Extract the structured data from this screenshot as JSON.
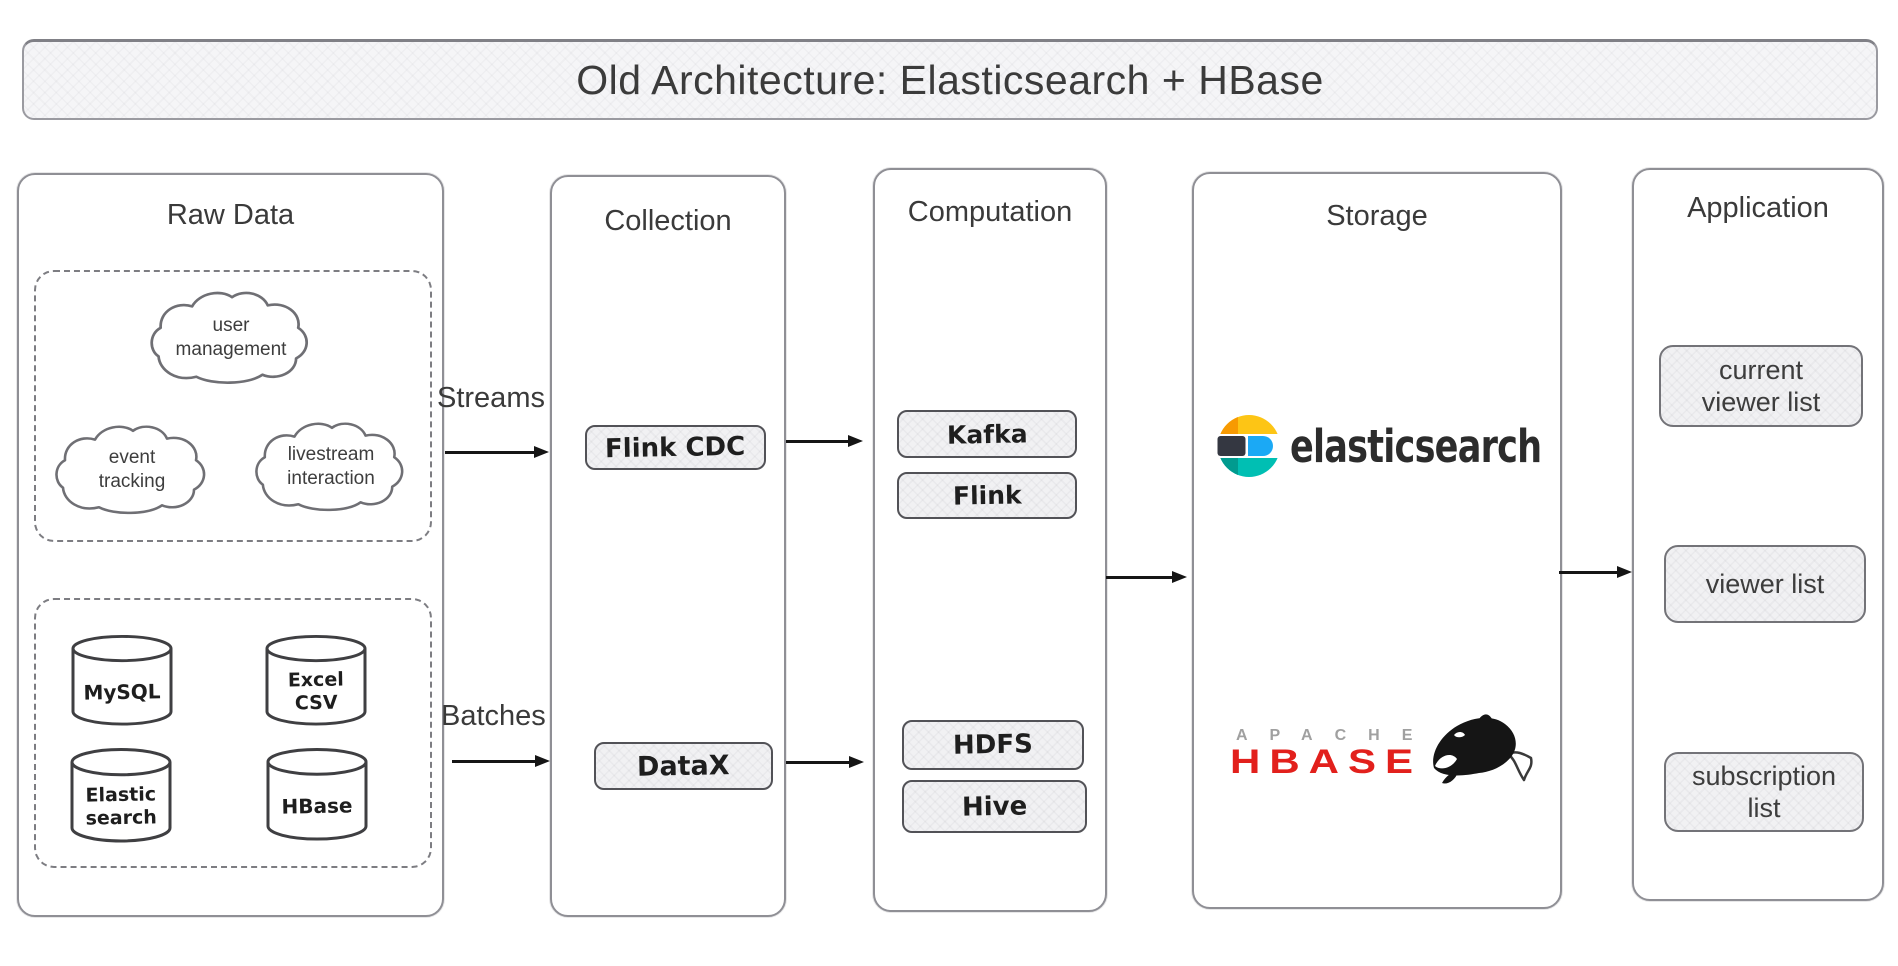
{
  "banner": {
    "title": "Old Architecture: Elasticsearch + HBase"
  },
  "flow_labels": {
    "streams": "Streams",
    "batches": "Batches"
  },
  "raw_data": {
    "title": "Raw Data",
    "clouds": {
      "user_management": "user\nmanagement",
      "event_tracking": "event\ntracking",
      "livestream_interaction": "livestream\ninteraction"
    },
    "databases": {
      "mysql": "MySQL",
      "excel_csv": "Excel\nCSV",
      "elasticsearch": "Elastic\nsearch",
      "hbase": "HBase"
    }
  },
  "collection": {
    "title": "Collection",
    "tools": {
      "flink_cdc": "Flink CDC",
      "datax": "DataX"
    }
  },
  "computation": {
    "title": "Computation",
    "stream_tools": {
      "kafka": "Kafka",
      "flink": "Flink"
    },
    "batch_tools": {
      "hdfs": "HDFS",
      "hive": "Hive"
    }
  },
  "storage": {
    "title": "Storage",
    "elasticsearch_logo": {
      "wordmark": "elasticsearch"
    },
    "hbase_logo": {
      "apache": "APACHE",
      "hbase": "HBASE"
    }
  },
  "application": {
    "title": "Application",
    "outputs": {
      "current_viewer_list": "current\nviewer list",
      "viewer_list": "viewer list",
      "subscription_list": "subscription\nlist"
    }
  },
  "colors": {
    "es_yellow": "#fdc515",
    "es_orange": "#f79a02",
    "es_dark": "#343741",
    "es_blue": "#1ba9f5",
    "es_teal": "#00bfb3",
    "es_green": "#019b8f",
    "hbase_red": "#e2201c",
    "apache_gray": "#a0a0a0",
    "ink": "#151515"
  }
}
